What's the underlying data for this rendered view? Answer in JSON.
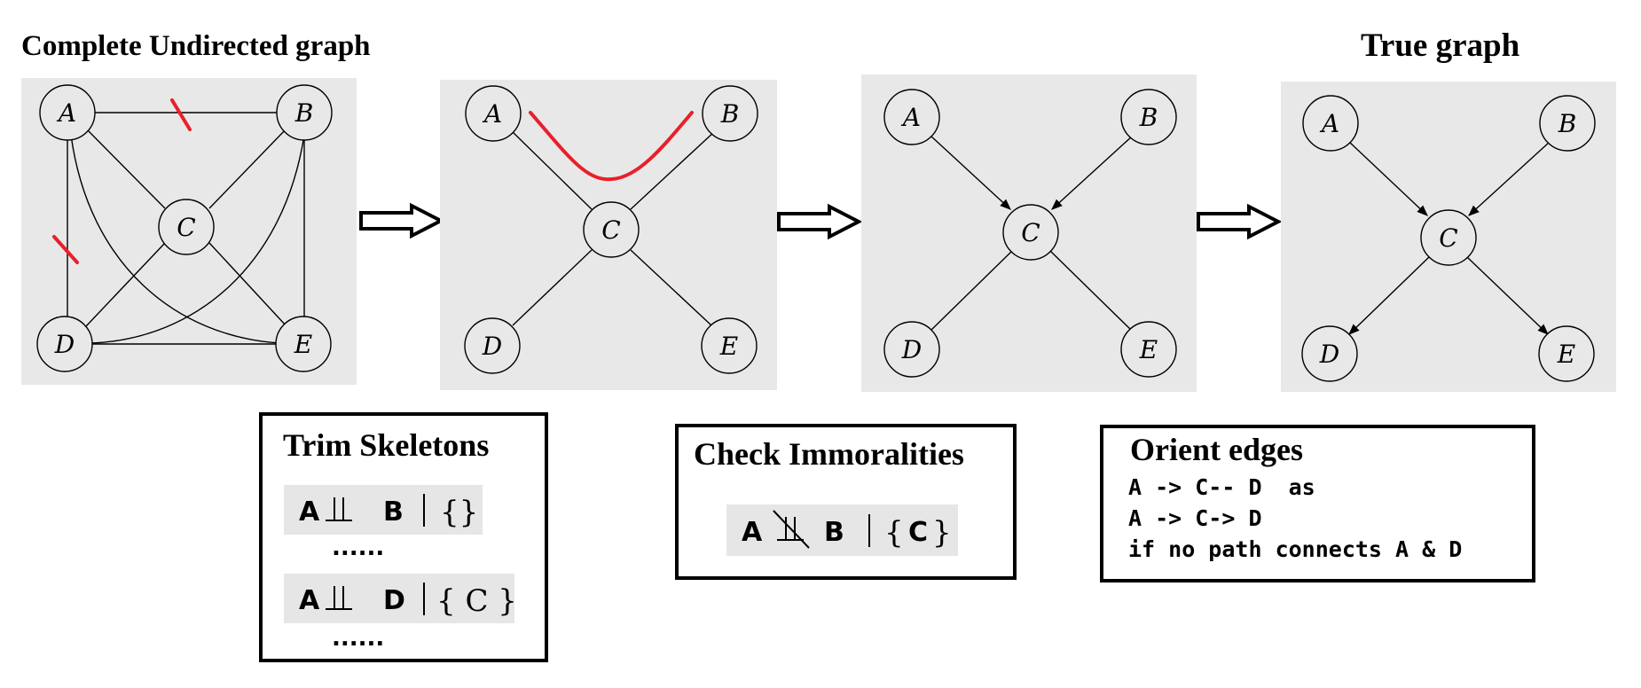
{
  "titles": {
    "left": "Complete Undirected graph",
    "right": "True graph"
  },
  "nodes": [
    "A",
    "B",
    "C",
    "D",
    "E"
  ],
  "boxes": {
    "trim": {
      "title": "Trim Skeletons",
      "rows": [
        {
          "left": "A",
          "right": "B",
          "cond": "{}"
        },
        {
          "left": "A",
          "right": "D",
          "cond": "{ C }"
        }
      ],
      "dots": "......"
    },
    "immoral": {
      "title": "Check Immoralities",
      "row": {
        "left": "A",
        "right": "B",
        "cond": "C"
      }
    },
    "orient": {
      "title": "Orient edges",
      "lines": [
        "A -> C-- D  as",
        "A -> C-> D",
        "if no path connects A & D"
      ]
    }
  },
  "colors": {
    "panel": "#e8e8e8",
    "mark": "#e8202a"
  }
}
